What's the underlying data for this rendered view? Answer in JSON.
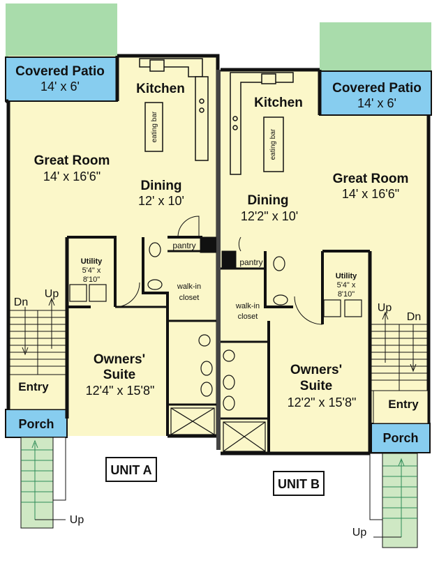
{
  "unitA": {
    "patio_title": "Covered Patio",
    "patio_size": "14' x 6'",
    "kitchen": "Kitchen",
    "eating_bar": "eating bar",
    "great_room": "Great Room",
    "great_room_size": "14' x 16'6\"",
    "dining": "Dining",
    "dining_size": "12' x 10'",
    "pantry": "pantry",
    "utility": "Utility",
    "utility_size_1": "5'4\" x",
    "utility_size_2": "8'10\"",
    "walkin_1": "walk-in",
    "walkin_2": "closet",
    "owners_1": "Owners'",
    "owners_2": "Suite",
    "owners_size": "12'4\" x 15'8\"",
    "dn": "Dn",
    "up": "Up",
    "entry": "Entry",
    "porch": "Porch",
    "steps_up": "Up",
    "unit_label": "UNIT A"
  },
  "unitB": {
    "patio_title": "Covered Patio",
    "patio_size": "14' x 6'",
    "kitchen": "Kitchen",
    "eating_bar": "eating bar",
    "great_room": "Great Room",
    "great_room_size": "14' x 16'6\"",
    "dining": "Dining",
    "dining_size": "12'2\" x 10'",
    "pantry": "pantry",
    "utility": "Utility",
    "utility_size_1": "5'4\" x",
    "utility_size_2": "8'10\"",
    "walkin_1": "walk-in",
    "walkin_2": "closet",
    "owners_1": "Owners'",
    "owners_2": "Suite",
    "owners_size": "12'2\" x 15'8\"",
    "dn": "Dn",
    "up": "Up",
    "entry": "Entry",
    "porch": "Porch",
    "steps_up": "Up",
    "unit_label": "UNIT B"
  },
  "colors": {
    "floor": "#fbf7c9",
    "patio": "#87cdef",
    "lawn": "#a9dcab",
    "steps": "#cfe8c4",
    "wall": "#111111"
  }
}
